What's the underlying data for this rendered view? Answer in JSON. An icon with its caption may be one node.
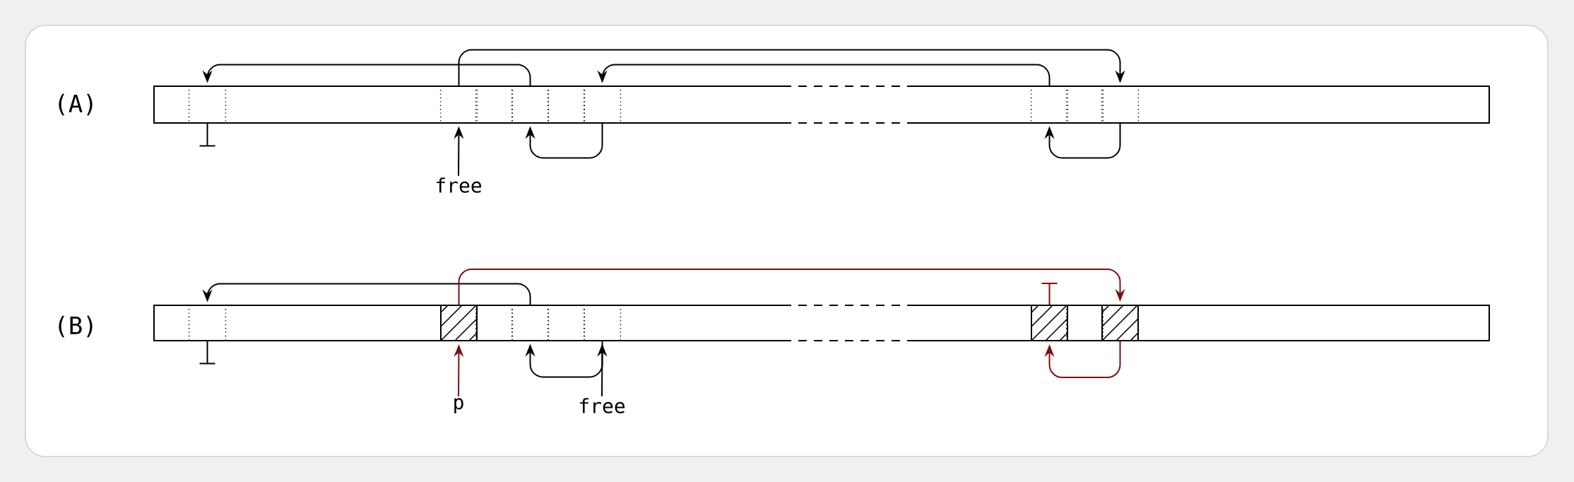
{
  "diagram": {
    "nodes": [
      {
        "text": [],
        "shape": "bar"
      },
      {
        "text": [],
        "shape": "box",
        "in": 0
      },
      {
        "text": [],
        "shape": "box",
        "in": 0
      },
      {
        "text": [],
        "shape": "box",
        "in": 0
      },
      {
        "text": [],
        "shape": "box",
        "in": 0
      },
      {
        "text": [],
        "shape": "box",
        "in": 0
      },
      {
        "text": [],
        "shape": "box",
        "in": 0
      },
      {
        "text": [],
        "shape": "box",
        "in": 0
      },
      {
        "text": [],
        "shape": "box",
        "in": 0
      },
      {
        "text": [],
        "shape": "box",
        "in": 0
      },
      {
        "text": [
          "free"
        ]
      },
      {
        "text": [],
        "shape": "bar"
      },
      {
        "text": [],
        "shape": "box",
        "in": 11
      },
      {
        "text": [],
        "shape": "box",
        "in": 11
      },
      {
        "text": [],
        "shape": "box",
        "in": 11
      },
      {
        "text": [],
        "shape": "box",
        "in": 11
      },
      {
        "text": [],
        "shape": "box",
        "in": 11
      },
      {
        "text": [],
        "shape": "box",
        "in": 11
      },
      {
        "text": [],
        "shape": "box",
        "in": 11
      },
      {
        "text": [],
        "shape": "box",
        "in": 11
      },
      {
        "text": [],
        "shape": "box",
        "in": 11
      },
      {
        "text": [
          "p"
        ]
      },
      {
        "text": [
          "free"
        ]
      }
    ],
    "edges": [
      {
        "from": 4,
        "to": 1,
        "arrow": "to"
      },
      {
        "from": 2,
        "to": 9,
        "arrow": "to"
      },
      {
        "from": 7,
        "to": 6,
        "arrow": "to"
      },
      {
        "from": 6,
        "to": 4,
        "arrow": "to"
      },
      {
        "from": 9,
        "to": 7,
        "arrow": "to"
      },
      {
        "from": 10,
        "to": 2,
        "arrow": "to"
      },
      {
        "from": 1,
        "to": null,
        "arrow": "none"
      },
      {
        "from": 15,
        "to": 12,
        "arrow": "to"
      },
      {
        "from": 13,
        "to": 20,
        "arrow": "to",
        "color": "#7b1010"
      },
      {
        "from": 17,
        "to": 15,
        "arrow": "to"
      },
      {
        "from": 20,
        "to": 18,
        "arrow": "to",
        "color": "#7b1010"
      },
      {
        "from": 12,
        "to": null,
        "arrow": "none"
      },
      {
        "from": 18,
        "to": null,
        "arrow": "none",
        "color": "#7b1010"
      },
      {
        "from": 21,
        "to": 13,
        "arrow": "to",
        "color": "#7b1010"
      },
      {
        "from": 22,
        "to": 17,
        "arrow": "to"
      }
    ],
    "labels": [
      "(A)",
      "(B)"
    ]
  }
}
